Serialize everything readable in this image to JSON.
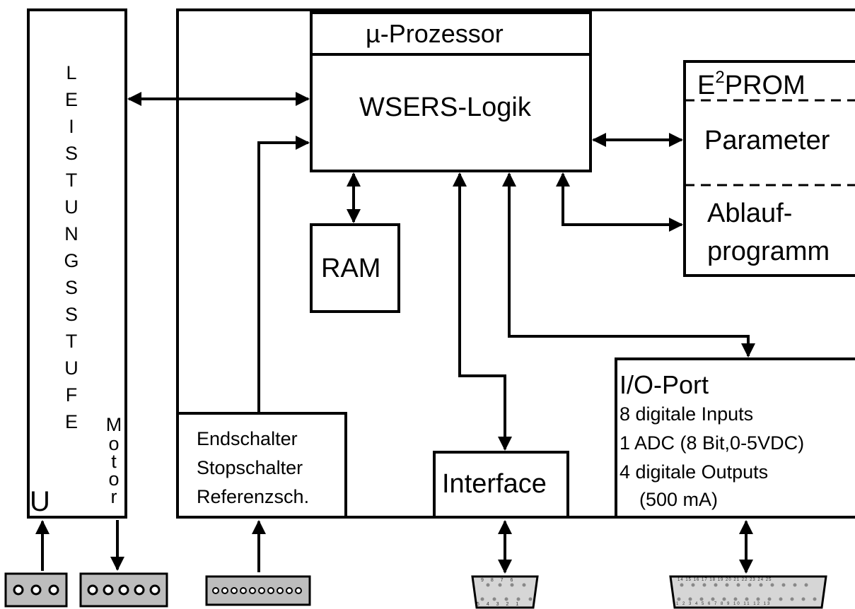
{
  "processor": {
    "title": "µ-Prozessor",
    "logic": "WSERS-Logik"
  },
  "ram": "RAM",
  "eeprom": {
    "title_main": "E",
    "title_sup": "2",
    "title_rest": "PROM",
    "parameter": "Parameter",
    "ablauf_line1": "Ablauf-",
    "ablauf_line2": "programm"
  },
  "power_stage": {
    "letters": [
      "L",
      "E",
      "I",
      "S",
      "T",
      "U",
      "N",
      "G",
      "S",
      "S",
      "T",
      "U",
      "F",
      "E"
    ]
  },
  "motor_label": {
    "letters": [
      "M",
      "o",
      "t",
      "o",
      "r"
    ]
  },
  "u_label": "U",
  "switches": {
    "line1": "Endschalter",
    "line2": "Stopschalter",
    "line3": "Referenzsch."
  },
  "interface": "Interface",
  "io_port": {
    "title": "I/O-Port",
    "line1": "8 digitale Inputs",
    "line2": "1 ADC (8 Bit,0-5VDC)",
    "line3": "4 digitale Outputs",
    "line4": "(500 mA)"
  },
  "connectors": {
    "power": {
      "symbol": "ooo"
    },
    "motor": {
      "symbol": "ooooo"
    },
    "switch": {
      "symbol": "oooooooooo"
    },
    "interface_db9": {
      "top": "9 8 7 6",
      "bottom": "5 4 3 2 1"
    },
    "io_db25": {
      "top": "14 15 16 17 18 19 20 21 22 23 24 25",
      "bottom": "1 2 3 4 5 6 7 8 9 10 11 12 13"
    }
  }
}
